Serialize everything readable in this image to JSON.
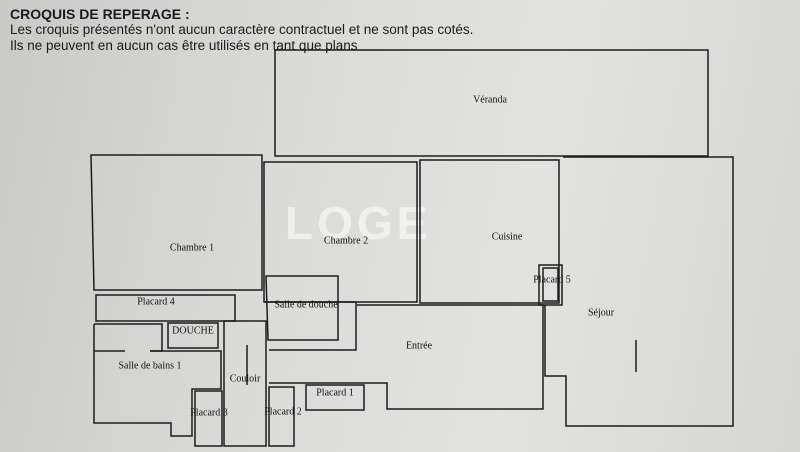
{
  "header": {
    "title": "CROQUIS DE REPERAGE :",
    "line1": "Les croquis présentés n'ont aucun caractère contractuel et ne sont pas cotés.",
    "line2": "Ils ne peuvent en aucun cas être utilisés en tant que plans"
  },
  "watermark": "LOGE",
  "rooms": {
    "veranda": "Véranda",
    "chambre1": "Chambre 1",
    "chambre2": "Chambre 2",
    "cuisine": "Cuisine",
    "placard5": "Placard 5",
    "sejour": "Séjour",
    "placard4": "Placard 4",
    "salle_de_douche": "Salle de douche",
    "douche": "DOUCHE",
    "salle_de_bains1": "Salle de bains 1",
    "couloir": "Couloir",
    "entree": "Entrée",
    "placard1": "Placard 1",
    "placard3": "Placard 3",
    "placard2": "Placard 2"
  }
}
